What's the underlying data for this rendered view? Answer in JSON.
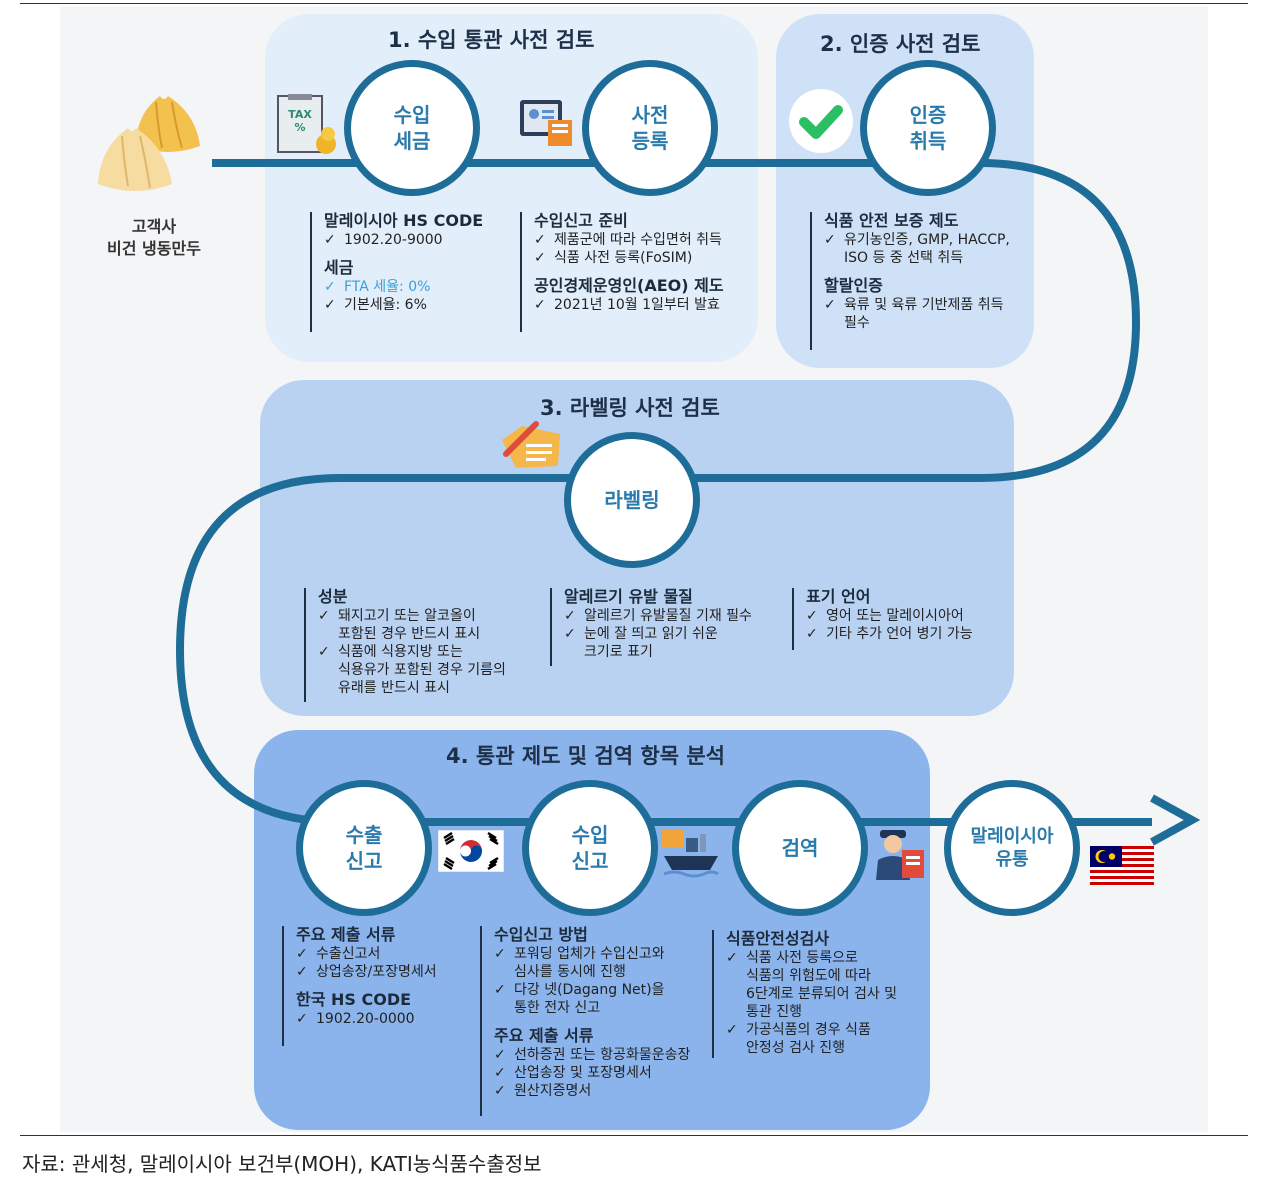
{
  "customer": {
    "label": "고객사\n비건 냉동만두"
  },
  "sections": [
    {
      "title": "1. 수입 통관 사전 검토"
    },
    {
      "title": "2. 인증 사전 검토"
    },
    {
      "title": "3. 라벨링 사전 검토"
    },
    {
      "title": "4. 통관 제도 및 검역 항목 분석"
    }
  ],
  "nodes": {
    "import_tax": "수입\n세금",
    "pre_registration": "사전\n등록",
    "certification": "인증\n취득",
    "labeling": "라벨링",
    "export_declaration": "수출\n신고",
    "import_declaration": "수입\n신고",
    "quarantine": "검역",
    "malaysia_distribution": "말레이시아\n유통"
  },
  "blocks": {
    "hs_tax": [
      {
        "heading": "말레이시아 HS CODE",
        "items": [
          {
            "text": "1902.20-9000"
          }
        ]
      },
      {
        "heading": "세금",
        "items": [
          {
            "text": "FTA 세율: 0%",
            "highlight": true
          },
          {
            "text": "기본세율: 6%"
          }
        ]
      }
    ],
    "import_prep": [
      {
        "heading": "수입신고 준비",
        "items": [
          {
            "text": "제품군에 따라 수입면허 취득"
          },
          {
            "text": "식품 사전 등록(FoSIM)"
          }
        ]
      },
      {
        "heading": "공인경제운영인(AEO) 제도",
        "items": [
          {
            "text": "2021년 10월 1일부터 발효"
          }
        ]
      }
    ],
    "food_safety": [
      {
        "heading": "식품 안전 보증 제도",
        "items": [
          {
            "text": "유기농인증, GMP, HACCP,\nISO 등 중 선택 취득"
          }
        ]
      },
      {
        "heading": "할랄인증",
        "items": [
          {
            "text": "육류 및 육류 기반제품 취득\n필수"
          }
        ]
      }
    ],
    "ingredients": [
      {
        "heading": "성분",
        "items": [
          {
            "text": "돼지고기 또는 알코올이\n포함된 경우 반드시 표시"
          },
          {
            "text": "식품에 식용지방 또는\n식용유가 포함된 경우 기름의\n유래를 반드시 표시"
          }
        ]
      }
    ],
    "allergens": [
      {
        "heading": "알레르기 유발 물질",
        "items": [
          {
            "text": "알레르기 유발물질 기재 필수"
          },
          {
            "text": "눈에 잘 띄고 읽기 쉬운\n크기로 표기"
          }
        ]
      }
    ],
    "language": [
      {
        "heading": "표기 언어",
        "items": [
          {
            "text": "영어 또는 말레이시아어"
          },
          {
            "text": "기타 추가 언어 병기 가능"
          }
        ]
      }
    ],
    "export_docs": [
      {
        "heading": "주요 제출 서류",
        "items": [
          {
            "text": "수출신고서"
          },
          {
            "text": "상업송장/포장명세서"
          }
        ]
      },
      {
        "heading": "한국 HS CODE",
        "items": [
          {
            "text": "1902.20-0000"
          }
        ]
      }
    ],
    "import_method": [
      {
        "heading": "수입신고 방법",
        "items": [
          {
            "text": "포워딩 업체가 수입신고와\n심사를 동시에 진행"
          },
          {
            "text": "다강 넷(Dagang Net)을\n통한 전자 신고"
          }
        ]
      },
      {
        "heading": "주요 제출 서류",
        "items": [
          {
            "text": "선하증권 또는 항공화물운송장"
          },
          {
            "text": "산업송장 및 포장명세서"
          },
          {
            "text": "원산지증명서"
          }
        ]
      }
    ],
    "food_inspection": [
      {
        "heading": "식품안전성검사",
        "items": [
          {
            "text": "식품 사전 등록으로\n식품의 위험도에 따라\n6단계로 분류되어 검사 및\n통관 진행"
          },
          {
            "text": "가공식품의 경우 식품\n안정성 검사 진행"
          }
        ]
      }
    ]
  },
  "icons": {
    "tax_doc": {
      "label": "TAX\n%"
    },
    "dumpling": "dumpling-icon",
    "registration": "registration-icon",
    "check": "check-icon",
    "label": "label-icon",
    "korea_flag": "korea-flag-icon",
    "cargo_ship": "cargo-ship-icon",
    "inspector": "inspector-icon",
    "malaysia_flag": "malaysia-flag-icon"
  },
  "colors": {
    "flow_line": "#1e6c98",
    "node_text": "#2a7aac",
    "highlight": "#3aa0d8"
  },
  "source": "자료: 관세청, 말레이시아 보건부(MOH), KATI농식품수출정보"
}
